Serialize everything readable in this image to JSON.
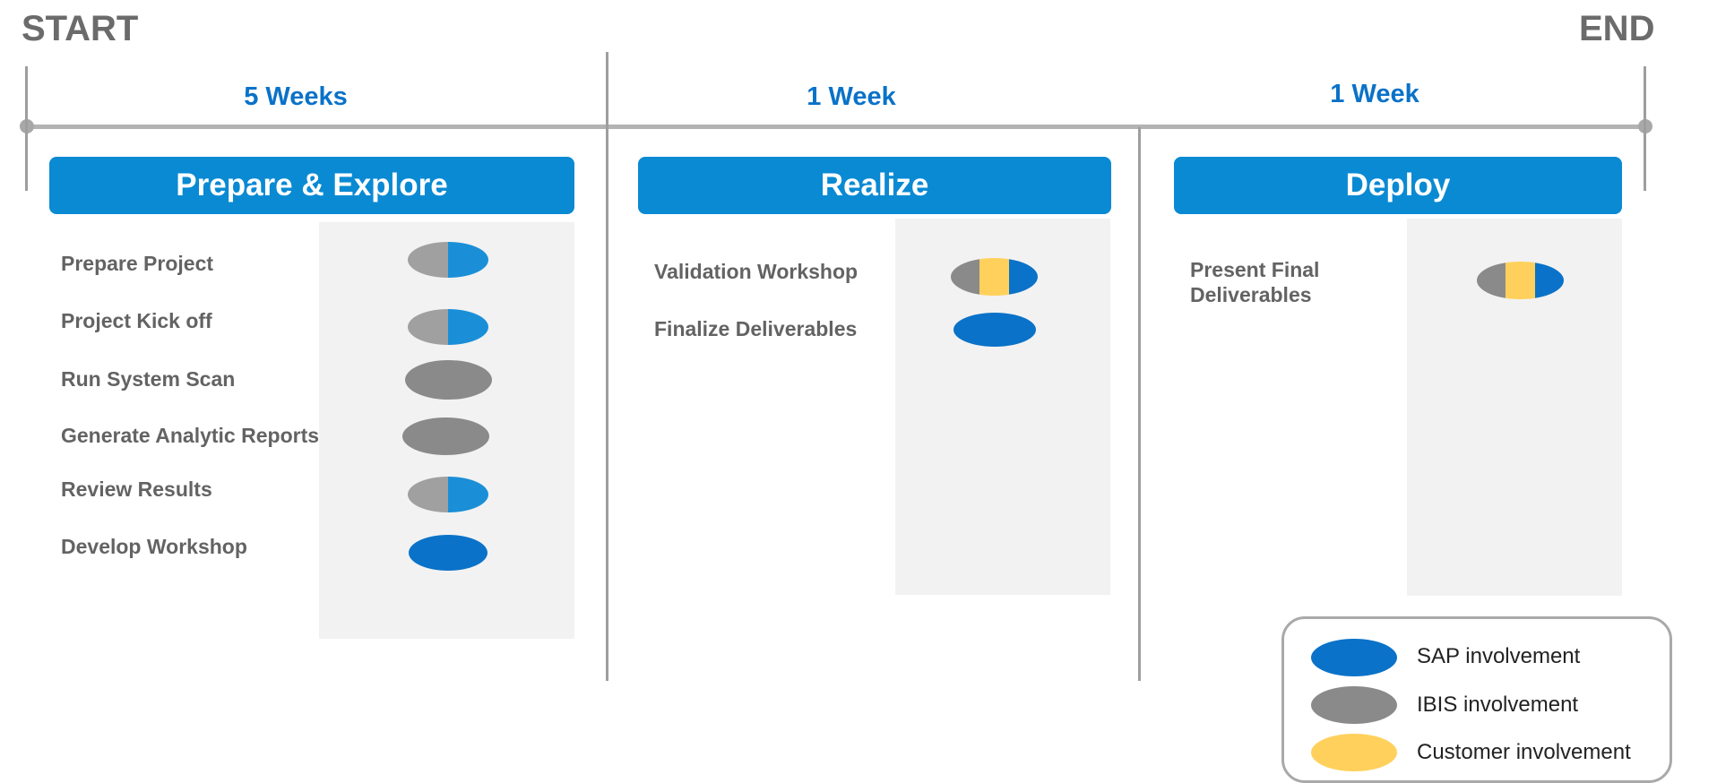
{
  "timeline": {
    "start_label": "START",
    "end_label": "END"
  },
  "colors": {
    "sap": "#0a72c8",
    "sap_light": "#1a8fd8",
    "ibis": "#8a8a8a",
    "ibis_light": "#a0a0a0",
    "customer": "#ffd15c",
    "header": "#0a8ad3"
  },
  "phases": [
    {
      "duration": "5 Weeks",
      "title": "Prepare & Explore",
      "tasks": [
        {
          "label": "Prepare Project",
          "involvement": [
            "ibis",
            "sap"
          ]
        },
        {
          "label": "Project Kick off",
          "involvement": [
            "ibis",
            "sap"
          ]
        },
        {
          "label": "Run System Scan",
          "involvement": [
            "ibis"
          ]
        },
        {
          "label": "Generate Analytic Reports",
          "involvement": [
            "ibis"
          ]
        },
        {
          "label": "Review Results",
          "involvement": [
            "ibis",
            "sap"
          ]
        },
        {
          "label": "Develop Workshop",
          "involvement": [
            "sap"
          ]
        }
      ]
    },
    {
      "duration": "1 Week",
      "title": "Realize",
      "tasks": [
        {
          "label": "Validation Workshop",
          "involvement": [
            "ibis",
            "customer",
            "sap"
          ]
        },
        {
          "label": "Finalize Deliverables",
          "involvement": [
            "sap"
          ]
        }
      ]
    },
    {
      "duration": "1 Week",
      "title": "Deploy",
      "tasks": [
        {
          "label": "Present Final\nDeliverables",
          "involvement": [
            "ibis",
            "customer",
            "sap"
          ]
        }
      ]
    }
  ],
  "legend": [
    {
      "key": "sap",
      "label": "SAP involvement"
    },
    {
      "key": "ibis",
      "label": "IBIS involvement"
    },
    {
      "key": "customer",
      "label": "Customer involvement"
    }
  ]
}
